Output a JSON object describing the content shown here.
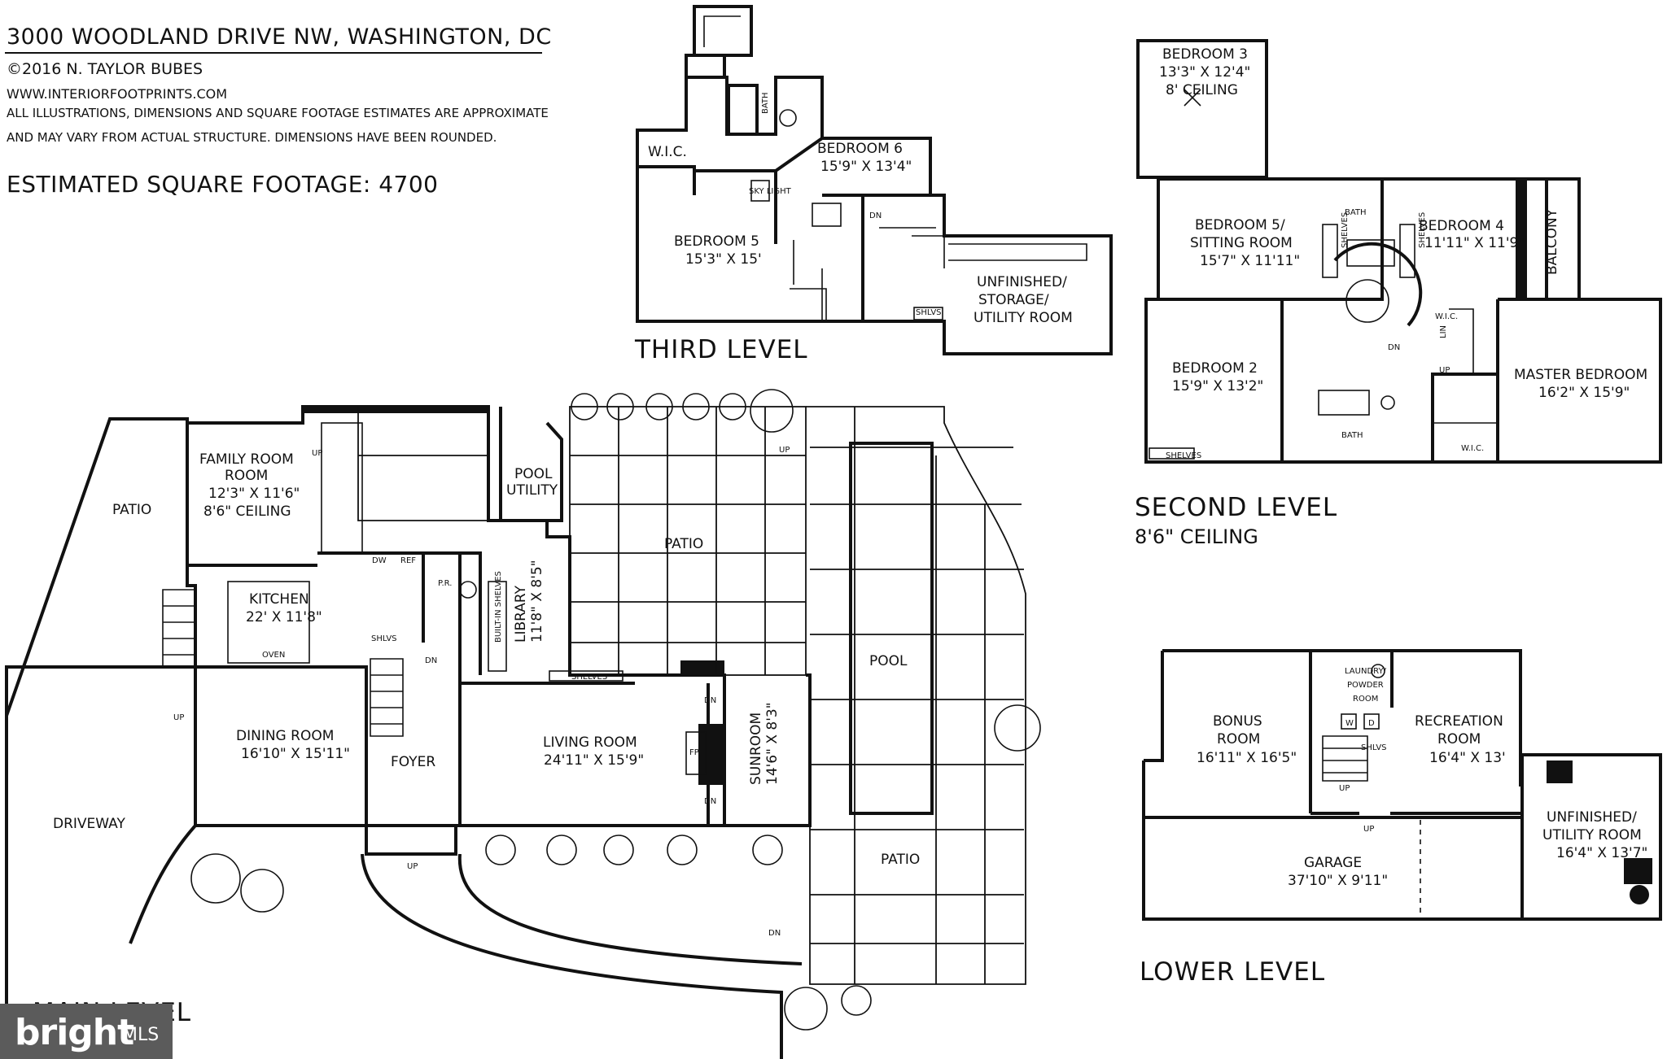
{
  "header": {
    "address": "3000 WOODLAND DRIVE NW, WASHINGTON, DC",
    "copyright": "©2016 N. TAYLOR BUBES",
    "website": "WWW.INTERIORFOOTPRINTS.COM",
    "disclaimer_line1": "ALL ILLUSTRATIONS, DIMENSIONS AND SQUARE FOOTAGE ESTIMATES ARE APPROXIMATE",
    "disclaimer_line2": "AND MAY VARY FROM ACTUAL STRUCTURE. DIMENSIONS HAVE BEEN ROUNDED.",
    "square_footage": "ESTIMATED SQUARE FOOTAGE: 4700"
  },
  "logo": {
    "text": "bright",
    "suffix": "MLS"
  },
  "third_level": {
    "title": "THIRD LEVEL",
    "wic": "W.I.C.",
    "bath": "BATH",
    "bedroom6_name": "BEDROOM 6",
    "bedroom6_dim": "15'9\" X 13'4\"",
    "bedroom5_name": "BEDROOM 5",
    "bedroom5_dim": "15'3\" X 15'",
    "skylight": "SKY LIGHT",
    "dn": "DN",
    "shlvs": "SHLVS",
    "storage_l1": "UNFINISHED/",
    "storage_l2": "STORAGE/",
    "storage_l3": "UTILITY ROOM"
  },
  "second_level": {
    "title": "SECOND LEVEL",
    "ceiling": "8'6\" CEILING",
    "bedroom3_name": "BEDROOM 3",
    "bedroom3_dim": "13'3\" X 12'4\"",
    "bedroom3_ceiling": "8' CEILING",
    "bedroom5_l1": "BEDROOM 5/",
    "bedroom5_l2": "SITTING ROOM",
    "bedroom5_dim": "15'7\" X 11'11\"",
    "bath": "BATH",
    "shelves": "SHELVES",
    "bedroom4_name": "BEDROOM 4",
    "bedroom4_dim": "11'11\" X 11'9\"",
    "balcony": "BALCONY",
    "bedroom2_name": "BEDROOM 2",
    "bedroom2_dim": "15'9\" X 13'2\"",
    "wic": "W.I.C.",
    "lin": "LIN",
    "up": "UP",
    "dn": "DN",
    "master_name": "MASTER BEDROOM",
    "master_dim": "16'2\" X 15'9\""
  },
  "lower_level": {
    "title": "LOWER LEVEL",
    "laundry_l1": "LAUNDRY/",
    "laundry_l2": "POWDER",
    "laundry_l3": "ROOM",
    "w": "W",
    "d": "D",
    "shlvs": "SHLVS",
    "up": "UP",
    "bonus_l1": "BONUS",
    "bonus_l2": "ROOM",
    "bonus_dim": "16'11\" X 16'5\"",
    "recreation_l1": "RECREATION",
    "recreation_l2": "ROOM",
    "recreation_dim": "16'4\" X 13'",
    "garage_name": "GARAGE",
    "garage_dim": "37'10\" X 9'11\"",
    "utility_l1": "UNFINISHED/",
    "utility_l2": "UTILITY ROOM",
    "utility_dim": "16'4\" X 13'7\""
  },
  "main_level": {
    "title": "MAIN LEVEL",
    "patio": "PATIO",
    "family_l1": "FAMILY ROOM",
    "family_l2": "ROOM",
    "family_dim": "12'3\" X 11'6\"",
    "family_ceiling": "8'6\" CEILING",
    "pool_l1": "POOL",
    "pool_l2": "UTILITY",
    "kitchen_name": "KITCHEN",
    "kitchen_dim": "22' X 11'8\"",
    "pr": "P.R.",
    "library": "LIBRARY",
    "library_dim": "11'8\" X 8'5\"",
    "builtin": "BUILT-IN SHELVES",
    "shelves": "SHELVES",
    "dining_name": "DINING ROOM",
    "dining_dim": "16'10\" X 15'11\"",
    "foyer": "FOYER",
    "living_name": "LIVING ROOM",
    "living_dim": "24'11\" X 15'9\"",
    "fp": "FP",
    "sunroom": "SUNROOM",
    "sunroom_dim": "14'6\" X 8'3\"",
    "pool": "POOL",
    "driveway": "DRIVEWAY",
    "up": "UP",
    "dn": "DN",
    "shlvs": "SHLVS",
    "dw": "DW",
    "ref": "REF",
    "oven": "OVEN"
  }
}
